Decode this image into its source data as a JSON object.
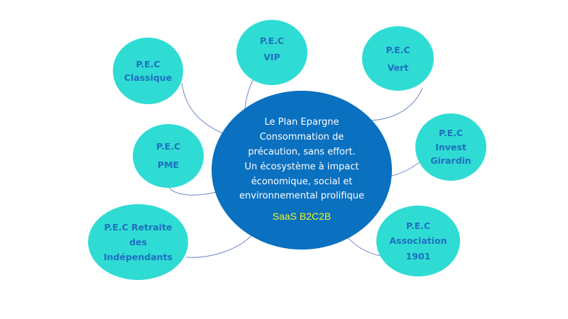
{
  "center": {
    "lines": [
      "Le Plan Epargne",
      "Consommation de",
      "précaution, sans effort.",
      "Un écosystème à impact",
      "économique, social et",
      "environnemental prolifique"
    ],
    "tag": "SaaS B2C2B"
  },
  "nodes": [
    {
      "id": "classique",
      "lines": [
        "P.E.C",
        "Classique"
      ]
    },
    {
      "id": "vip",
      "lines": [
        "P.E.C",
        "VIP"
      ]
    },
    {
      "id": "vert",
      "lines": [
        "P.E.C",
        "Vert"
      ]
    },
    {
      "id": "pme",
      "lines": [
        "P.E.C",
        "PME"
      ]
    },
    {
      "id": "girardin",
      "lines": [
        "P.E.C",
        "Invest",
        "Girardin"
      ]
    },
    {
      "id": "retraite",
      "lines": [
        "P.E.C Retraite",
        "des",
        "Indépendants"
      ]
    },
    {
      "id": "association",
      "lines": [
        "P.E.C",
        "Association",
        "1901"
      ]
    }
  ],
  "colors": {
    "center": "#0a70c0",
    "node": "#2fdcd4",
    "node_text": "#1f6fc0",
    "tag": "#f5f51e",
    "link": "#6f86c6"
  }
}
